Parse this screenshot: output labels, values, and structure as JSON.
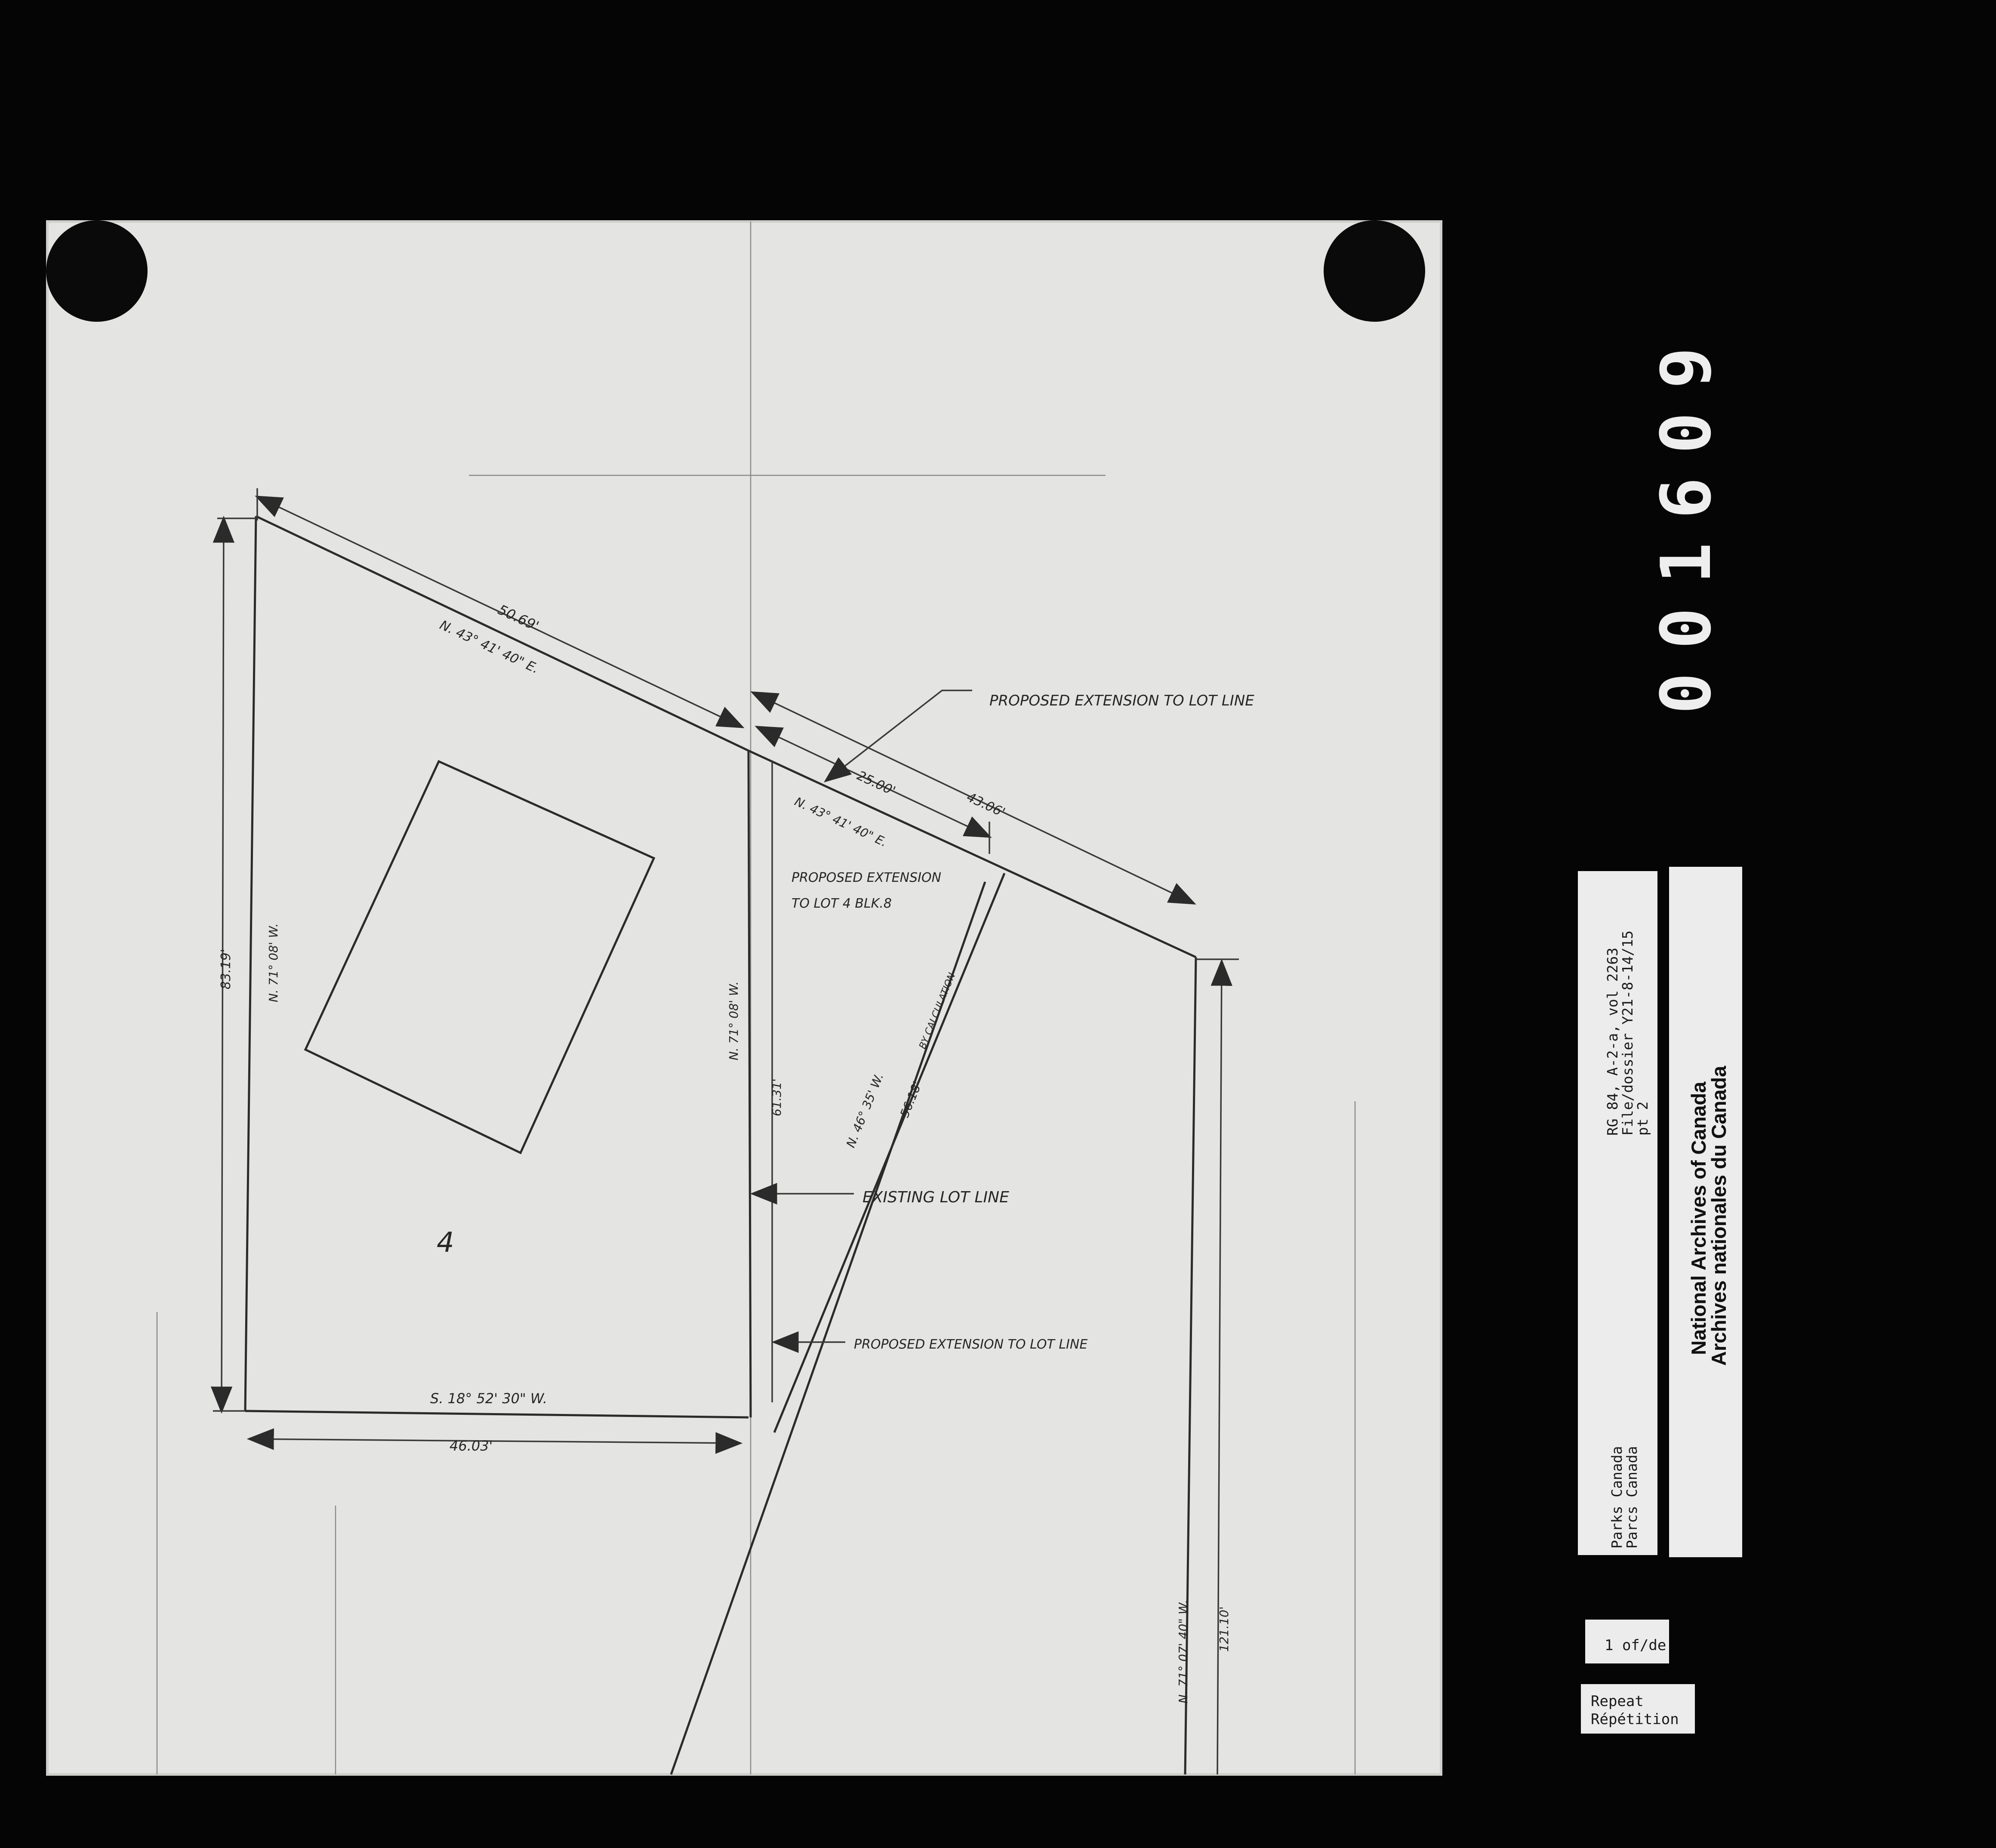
{
  "film_frame": {
    "frame_number": "001609"
  },
  "drawing": {
    "lot_number": "4",
    "dimensions": {
      "top_length": "50.69'",
      "top_bearing": "N. 43° 41' 40\" E.",
      "left_length": "83.19'",
      "left_bearing": "N. 71° 08' W.",
      "bottom_bearing": "S. 18° 52' 30\" W.",
      "bottom_length": "46.03'",
      "mid_bearing": "N. 71° 08' W.",
      "mid_length": "61.31'",
      "ext_length_a": "25.00'",
      "ext_length_b": "43.06'",
      "ext_bearing": "N. 43° 41' 40\" E.",
      "diag_bearing": "N. 46° 35' W.",
      "diag_length": "56.18'",
      "diag_note": "BY CALCULATION",
      "right_bearing": "N. 71° 07' 40\" W.",
      "right_length": "121.10'"
    },
    "annotations": {
      "proposed_ext_top": "PROPOSED EXTENSION TO LOT LINE",
      "proposed_ext_lot_1": "PROPOSED EXTENSION",
      "proposed_ext_lot_2": "TO LOT 4  BLK.8",
      "existing_lot_line": "EXISTING LOT LINE",
      "proposed_ext_bottom": "PROPOSED EXTENSION TO LOT LINE"
    }
  },
  "archive_label": {
    "reference_line_1": "RG 84, A-2-a, vol 2263",
    "reference_line_2": "File/dossier Y21-8-14/15",
    "reference_line_3": "pt 2",
    "agency_line_1": "Parks Canada",
    "agency_line_2": "Parcs Canada",
    "institution_line_1": "National Archives of Canada",
    "institution_line_2": "Archives nationales du Canada"
  },
  "page_count": "1 of/de",
  "repeat_label": {
    "line_1": "Repeat",
    "line_2": "Répétition"
  }
}
